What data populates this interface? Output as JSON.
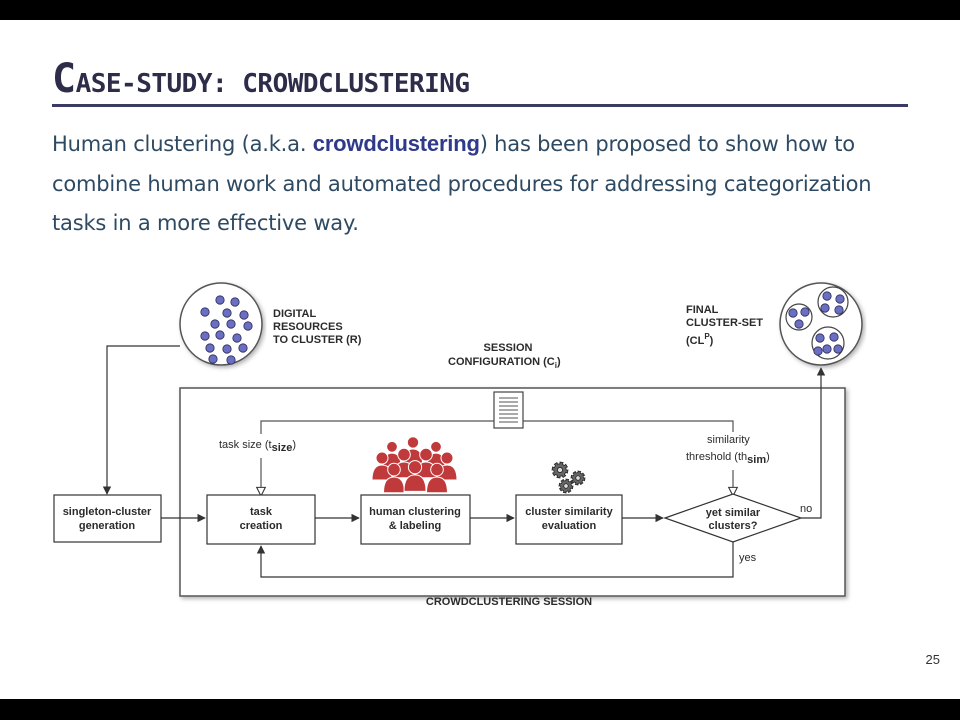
{
  "slide": {
    "title_first": "C",
    "title_rest": "ASE-STUDY: CROWDCLUSTERING",
    "intro_part1": "Human clustering (a.k.a. ",
    "intro_bold": "crowdclustering",
    "intro_part2": ") has been proposed to show how to combine human work and automated procedures for addressing categorization tasks in a more effective way.",
    "page_number": "25"
  },
  "diagram": {
    "digital_resources": [
      "DIGITAL",
      "RESOURCES",
      "TO CLUSTER (R)"
    ],
    "session_config": {
      "line1": "SESSION",
      "line2": "CONFIGURATION (C",
      "sub": "i",
      "close": ")"
    },
    "final_cluster_set": {
      "line1": "FINAL",
      "line2": "CLUSTER-SET",
      "line3": "(CL",
      "sup": "P",
      "close": ")"
    },
    "task_size": {
      "text": "task size (t",
      "sub": "size",
      "close": ")"
    },
    "similarity_threshold": {
      "line1": "similarity",
      "line2": "threshold (th",
      "sub": "sim",
      "close": ")"
    },
    "boxes": {
      "singleton": [
        "singleton-cluster",
        "generation"
      ],
      "task_creation": [
        "task",
        "creation"
      ],
      "human_clustering": [
        "human clustering",
        "& labeling"
      ],
      "similarity_eval": [
        "cluster similarity",
        "evaluation"
      ]
    },
    "decision": [
      "yet similar",
      "clusters?"
    ],
    "no_label": "no",
    "yes_label": "yes",
    "session_label": "CROWDCLUSTERING SESSION",
    "colors": {
      "people": "#c0393b",
      "dot": "#6b6fc4",
      "box_stroke": "#333333"
    }
  }
}
